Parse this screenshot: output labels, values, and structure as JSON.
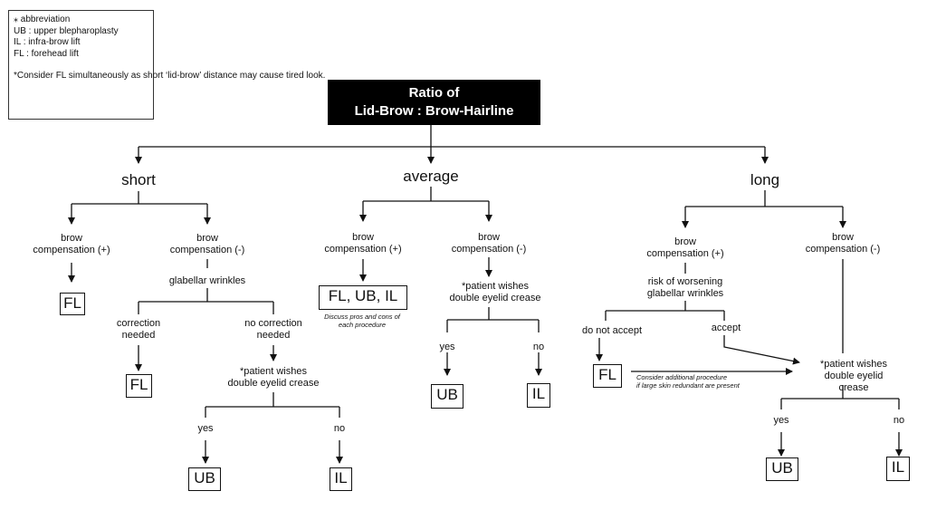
{
  "legend": {
    "header": "⁎ abbreviation",
    "ub": "UB : upper blepharoplasty",
    "il": "IL : infra-brow lift",
    "fl": "FL : forehead lift",
    "note": "*Consider FL simultaneously\nas short ‘lid-brow’ distance\nmay cause tired look."
  },
  "title": {
    "line1": "Ratio of",
    "line2": "Lid-Brow : Brow-Hairline"
  },
  "short": {
    "label": "short",
    "comp_plus": "brow\ncompensation (+)",
    "comp_minus": "brow\ncompensation (-)",
    "fl_box": "FL",
    "glabellar": "glabellar wrinkles",
    "correction_needed": "correction\nneeded",
    "no_correction_needed": "no correction\nneeded",
    "fl_box2": "FL",
    "wishes": "*patient wishes\ndouble eyelid crease",
    "yes": "yes",
    "no": "no",
    "ub_box": "UB",
    "il_box": "IL"
  },
  "average": {
    "label": "average",
    "comp_plus": "brow\ncompensation (+)",
    "comp_minus": "brow\ncompensation (-)",
    "fl_ub_il_box": "FL, UB, IL",
    "discuss_note": "Discuss pros and cons of\neach procedure",
    "wishes": "*patient wishes\ndouble eyelid crease",
    "yes": "yes",
    "no": "no",
    "ub_box": "UB",
    "il_box": "IL"
  },
  "long": {
    "label": "long",
    "comp_plus": "brow\ncompensation (+)",
    "comp_minus": "brow\ncompensation (-)",
    "risk": "risk of worsening\nglabellar wrinkles",
    "do_not_accept": "do not accept",
    "accept": "accept",
    "fl_box": "FL",
    "consider_note": "Consider additional procedure\nif large skin redundant are present",
    "wishes": "*patient wishes\ndouble eyelid crease",
    "yes": "yes",
    "no": "no",
    "ub_box": "UB",
    "il_box": "IL"
  }
}
